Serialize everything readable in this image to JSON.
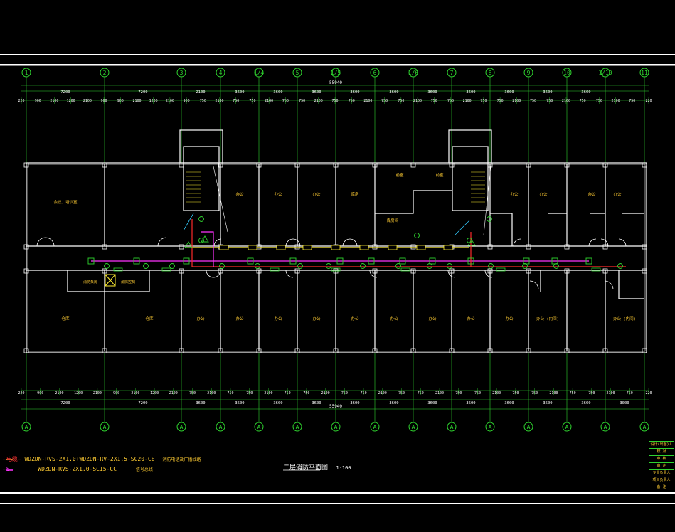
{
  "drawing": {
    "title": "二层消防平面图",
    "scale": "1:100",
    "colors": {
      "background": "#000000",
      "grid": "#2fd42f",
      "walls": "#ffffff",
      "fire_line": "#ff2a2a",
      "signal_line": "#ff33ff",
      "alarm_line": "#ffee33",
      "equipment": "#2fd42f",
      "text": "#ffcc33"
    }
  },
  "axes": {
    "top": [
      "1",
      "2",
      "3",
      "4",
      "1/4",
      "5",
      "1/5",
      "6",
      "1/6",
      "7",
      "8",
      "9",
      "10",
      "1/10",
      "11"
    ],
    "bottom": [
      "A",
      "A",
      "A",
      "A",
      "A",
      "A",
      "A",
      "A",
      "A",
      "A",
      "A",
      "A",
      "A",
      "A",
      "A"
    ]
  },
  "dimensions": {
    "top_total": "55940",
    "bottom_total": "55940",
    "top_bays": [
      "7200",
      "7200",
      "2100",
      "3600",
      "3600",
      "3600",
      "3600",
      "3600",
      "3600",
      "3600",
      "3600",
      "3600",
      "3600"
    ],
    "bottom_bays": [
      "7200",
      "7200",
      "3600",
      "3600",
      "3600",
      "3600",
      "3600",
      "3600",
      "3600",
      "3600",
      "3600",
      "3600",
      "3600",
      "3000"
    ],
    "top_detail": [
      "220",
      "900",
      "2100",
      "1200",
      "2100",
      "900",
      "900",
      "2100",
      "1200",
      "2100",
      "900",
      "750",
      "2100",
      "750",
      "750",
      "2100",
      "750",
      "750",
      "2100",
      "750",
      "750",
      "2100",
      "750",
      "750",
      "2100",
      "750",
      "750",
      "2100",
      "750",
      "750",
      "2100",
      "750",
      "750",
      "2100",
      "750",
      "750",
      "2100",
      "750",
      "220"
    ],
    "bottom_detail": [
      "220",
      "900",
      "2100",
      "1200",
      "2100",
      "900",
      "2100",
      "1200",
      "2100",
      "750",
      "2100",
      "750",
      "750",
      "2100",
      "750",
      "750",
      "2100",
      "750",
      "750",
      "2100",
      "750",
      "750",
      "2100",
      "750",
      "750",
      "2100",
      "750",
      "750",
      "2100",
      "750",
      "750",
      "2100",
      "750",
      "220"
    ]
  },
  "rooms": {
    "north": [
      "会议、培训室",
      "办公",
      "办公",
      "办公",
      "库房",
      "前室",
      "前室",
      "库房间",
      "办公",
      "办公",
      "办公",
      "办公"
    ],
    "south": [
      "仓库",
      "仓库",
      "办公",
      "办公",
      "办公",
      "办公",
      "办公",
      "办公",
      "办公",
      "办公",
      "办公",
      "办公 (内间)",
      "办公 (内间)"
    ],
    "small": [
      "消防泵房",
      "消防控制"
    ]
  },
  "legend": [
    {
      "prefix": "—电缆—",
      "text": "WDZDN-RVS-2X1.0+WDZDN-RV-2X1.5-SC20-CE",
      "note": "消防电话及广播线路"
    },
    {
      "prefix": "—S—",
      "text": "WDZDN-RVS-2X1.0-SC15-CC",
      "note": "信号总线"
    }
  ],
  "title_block": {
    "rows": [
      "设计(出图)人",
      "校 对",
      "审 核",
      "审 定",
      "专业负责人",
      "项目负责人",
      "备 注"
    ]
  }
}
